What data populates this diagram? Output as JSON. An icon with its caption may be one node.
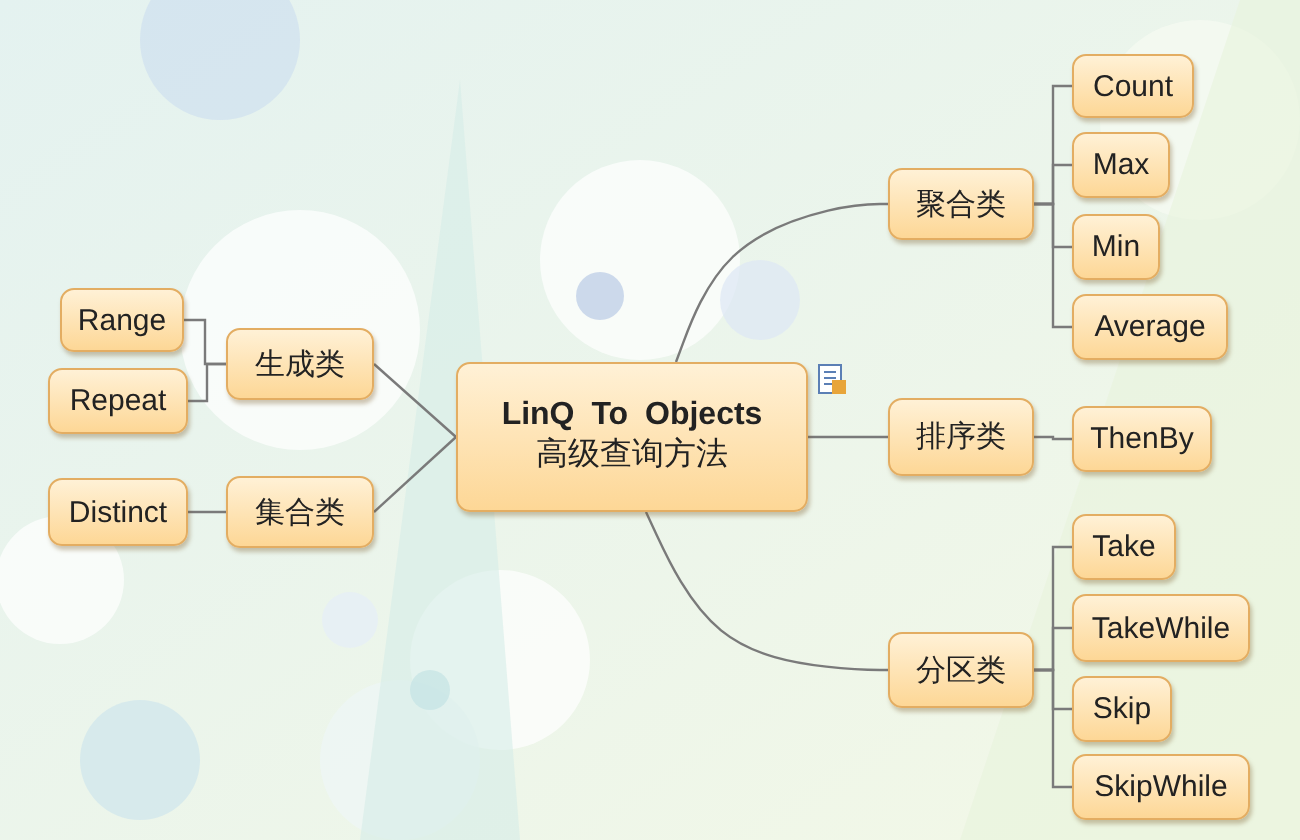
{
  "diagram": {
    "nodes": [
      {
        "text": [
          "LinQ To Objects",
          "高级查询方法"
        ]
      },
      {
        "text": [
          "聚合类"
        ]
      },
      {
        "text": [
          "Count"
        ]
      },
      {
        "text": [
          "Max"
        ]
      },
      {
        "text": [
          "Min"
        ]
      },
      {
        "text": [
          "Average"
        ]
      },
      {
        "text": [
          "排序类"
        ]
      },
      {
        "text": [
          "ThenBy"
        ]
      },
      {
        "text": [
          "分区类"
        ]
      },
      {
        "text": [
          "Take"
        ]
      },
      {
        "text": [
          "TakeWhile"
        ]
      },
      {
        "text": [
          "Skip"
        ]
      },
      {
        "text": [
          "SkipWhile"
        ]
      },
      {
        "text": [
          "生成类"
        ]
      },
      {
        "text": [
          "Range"
        ]
      },
      {
        "text": [
          "Repeat"
        ]
      },
      {
        "text": [
          "集合类"
        ]
      },
      {
        "text": [
          "Distinct"
        ]
      }
    ],
    "edges": [
      {
        "from": 0,
        "to": 1,
        "arrow": "none"
      },
      {
        "from": 0,
        "to": 6,
        "arrow": "none"
      },
      {
        "from": 0,
        "to": 8,
        "arrow": "none"
      },
      {
        "from": 0,
        "to": 13,
        "arrow": "none"
      },
      {
        "from": 0,
        "to": 16,
        "arrow": "none"
      },
      {
        "from": 1,
        "to": 2,
        "arrow": "none"
      },
      {
        "from": 1,
        "to": 3,
        "arrow": "none"
      },
      {
        "from": 1,
        "to": 4,
        "arrow": "none"
      },
      {
        "from": 1,
        "to": 5,
        "arrow": "none"
      },
      {
        "from": 6,
        "to": 7,
        "arrow": "none"
      },
      {
        "from": 8,
        "to": 9,
        "arrow": "none"
      },
      {
        "from": 8,
        "to": 10,
        "arrow": "none"
      },
      {
        "from": 8,
        "to": 11,
        "arrow": "none"
      },
      {
        "from": 8,
        "to": 12,
        "arrow": "none"
      },
      {
        "from": 13,
        "to": 14,
        "arrow": "none"
      },
      {
        "from": 13,
        "to": 15,
        "arrow": "none"
      },
      {
        "from": 16,
        "to": 17,
        "arrow": "none"
      }
    ]
  }
}
